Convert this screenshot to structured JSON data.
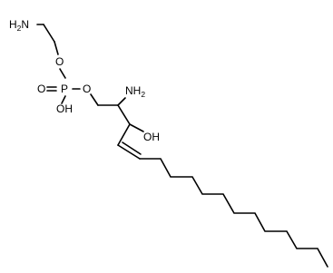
{
  "structure": {
    "atoms": {
      "amine_top": {
        "symbol": "H",
        "subscript": "2",
        "tail": "N"
      },
      "ester_o1": "O",
      "phosphate_p": "P",
      "phosphate_o_double": "O",
      "phosphate_oh": "OH",
      "ester_o2": "O",
      "amine_mid": {
        "symbol": "NH",
        "subscript": "2"
      },
      "hydroxyl": "OH"
    }
  }
}
